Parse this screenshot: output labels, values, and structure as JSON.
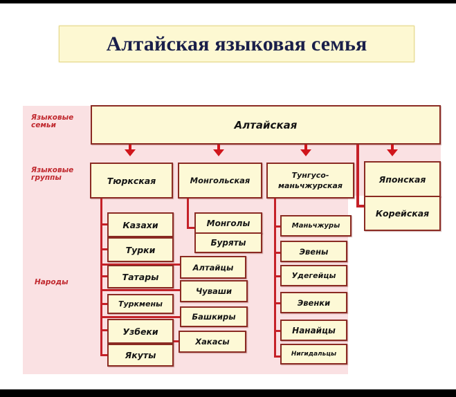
{
  "title": "Алтайская языковая семья",
  "row_labels": {
    "families": "Языковые семьи",
    "groups": "Языковые группы",
    "peoples": "Народы"
  },
  "family": "Алтайская",
  "groups": [
    {
      "name": "Тюркская",
      "peoples": [
        "Казахи",
        "Турки",
        "Татары",
        "Туркмены",
        "Узбеки",
        "Якуты",
        "Алтайцы",
        "Чуваши",
        "Башкиры",
        "Хакасы"
      ]
    },
    {
      "name": "Монгольская",
      "peoples": [
        "Монголы",
        "Буряты"
      ]
    },
    {
      "name": "Тунгусо-маньчжурская",
      "peoples": [
        "Маньчжуры",
        "Эвены",
        "Удегейцы",
        "Эвенки",
        "Нанайцы",
        "Нигидальцы"
      ]
    },
    {
      "name": "Японская",
      "peoples": []
    },
    {
      "name": "Корейская",
      "peoples": []
    }
  ],
  "colors": {
    "box_fill": "#fdf9d6",
    "box_border": "#8a2a22",
    "connector": "#c52128",
    "background_band": "#fae1e3",
    "title_fill": "#fdf8d2",
    "title_text": "#1a1f4a"
  }
}
